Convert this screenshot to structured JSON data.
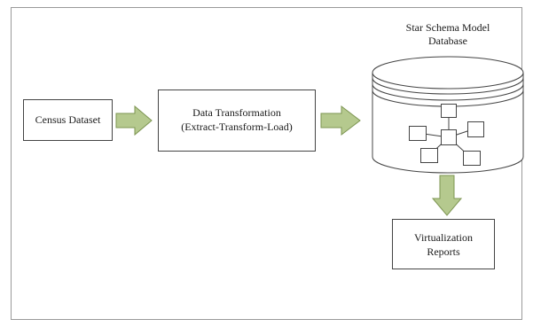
{
  "diagram": {
    "nodes": {
      "census": {
        "label": "Census Dataset"
      },
      "transform": {
        "line1": "Data Transformation",
        "line2": "(Extract-Transform-Load)"
      },
      "database": {
        "title_line1": "Star Schema Model",
        "title_line2": "Database"
      },
      "reports": {
        "line1": "Virtualization",
        "line2": "Reports"
      }
    },
    "colors": {
      "arrow_fill": "#b5c98e",
      "arrow_stroke": "#7d9552",
      "box_stroke": "#444444",
      "frame_stroke": "#9a9a9a"
    }
  }
}
